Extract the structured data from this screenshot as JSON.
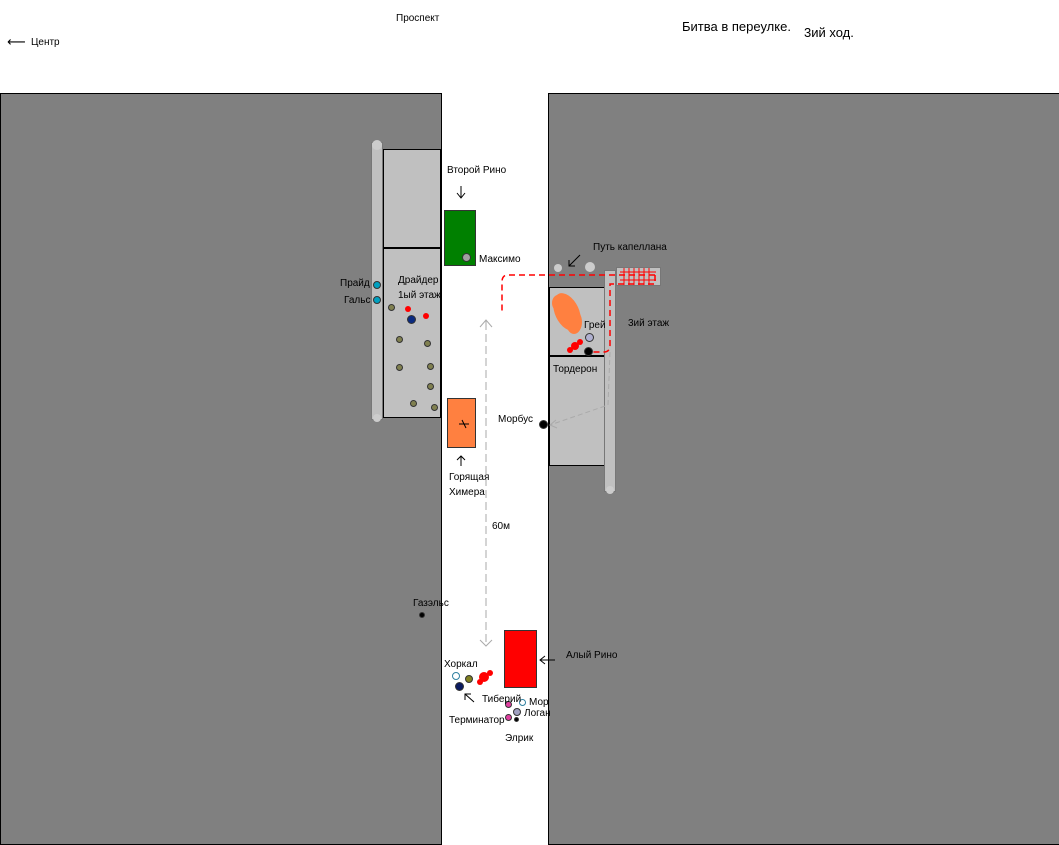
{
  "header": {
    "street_top": "Проспект",
    "to_center": "Центр",
    "to_center_arrow": "⟵",
    "battle_title": "Битва в переулке.",
    "turn": "3ий ход."
  },
  "labels": {
    "second_rhino": "Второй Рино",
    "maximo": "Максимо",
    "chaplain_path": "Путь капеллана",
    "third_floor": "3ий этаж",
    "prayd": "Прайд",
    "gals": "Гальс",
    "dreider": "Драйдер",
    "first_floor": "1ый этаж",
    "grey": "Грей",
    "torderon": "Тордерон",
    "morbus": "Морбус",
    "burning_chimera_1": "Горящая",
    "burning_chimera_2": "Химера",
    "distance": "60м",
    "gazels": "Газэльс",
    "scarlet_rhino": "Алый Рино",
    "khorkal": "Хоркал",
    "tiberiy": "Тиберий",
    "mor": "Мор",
    "logan": "Логан",
    "terminator": "Терминатор",
    "elrik": "Элрик"
  },
  "colors": {
    "block": "#808080",
    "building": "#c0c0c0",
    "street": "#ffffff",
    "second_rhino": "#008000",
    "burning_chimera": "#ff8040",
    "scarlet_rhino": "#ff0000",
    "chaplain_path": "#ff0000",
    "move_path": "#aaaaaa",
    "blood": "#ff0000",
    "fire": "#ff8040"
  }
}
